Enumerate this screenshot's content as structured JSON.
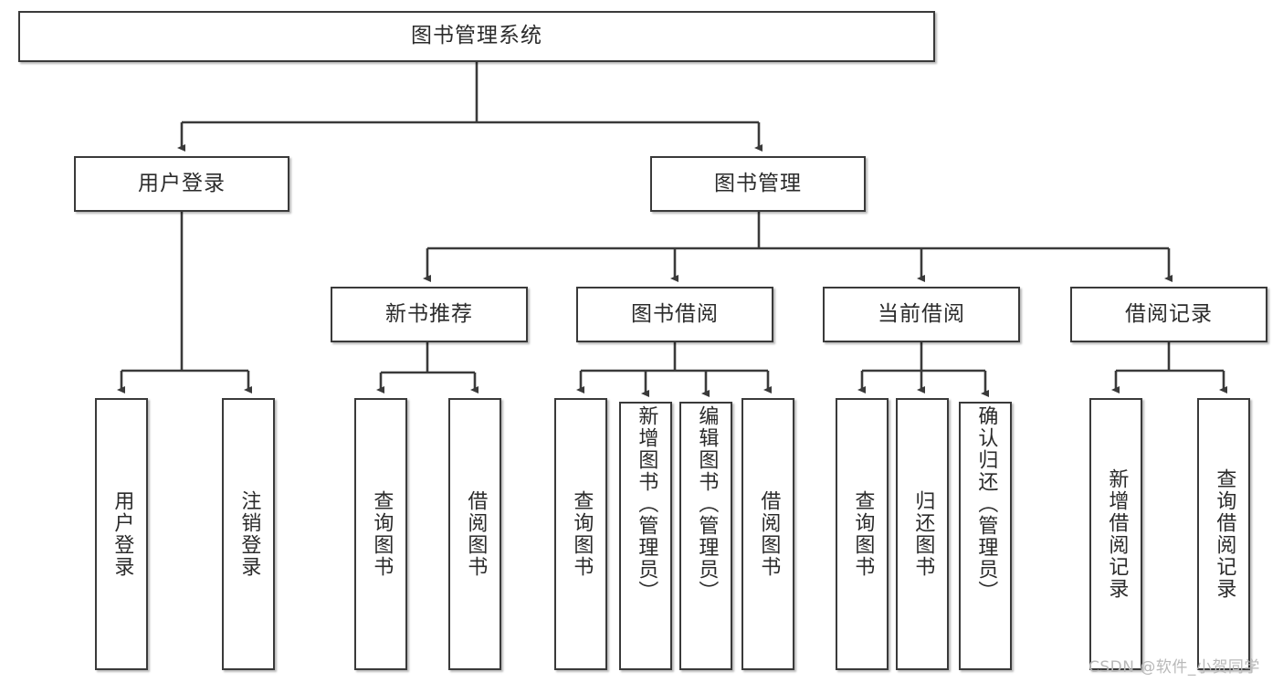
{
  "diagram": {
    "title_node": {
      "label": "图书管理系统"
    },
    "level2": [
      {
        "label": "用户登录"
      },
      {
        "label": "图书管理"
      }
    ],
    "level3": [
      {
        "label": "新书推荐"
      },
      {
        "label": "图书借阅"
      },
      {
        "label": "当前借阅"
      },
      {
        "label": "借阅记录"
      }
    ],
    "leaves": {
      "user_login": [
        {
          "label": "用户登录"
        },
        {
          "label": "注销登录"
        }
      ],
      "new_book_recommend": [
        {
          "label": "查询图书"
        },
        {
          "label": "借阅图书"
        }
      ],
      "book_borrow": [
        {
          "label": "查询图书"
        },
        {
          "label": "新增图书（管理员）"
        },
        {
          "label": "编辑图书（管理员）"
        },
        {
          "label": "借阅图书"
        }
      ],
      "current_borrow": [
        {
          "label": "查询图书"
        },
        {
          "label": "归还图书"
        },
        {
          "label": "确认归还（管理员）"
        }
      ],
      "borrow_record": [
        {
          "label": "新增借阅记录"
        },
        {
          "label": "查询借阅记录"
        }
      ]
    }
  },
  "watermark": {
    "text": "CSDN @软件_小贺同学"
  },
  "colors": {
    "box_border": "#3a3a3a",
    "box_fill": "#ffffff",
    "text": "#2b2b2b",
    "edge": "#3a3a3a",
    "watermark": "#b9b9b9"
  }
}
